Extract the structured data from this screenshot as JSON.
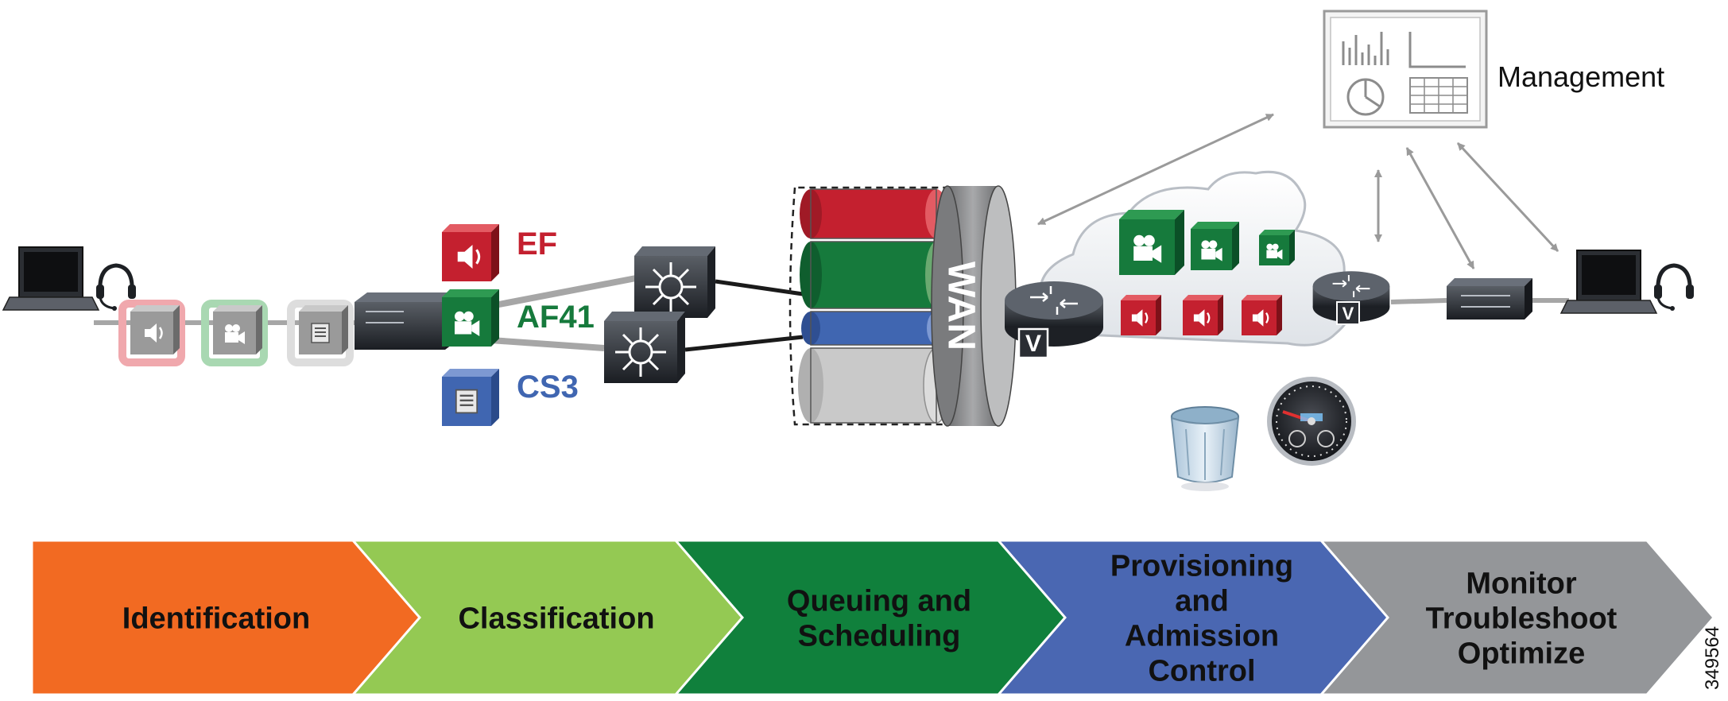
{
  "management_label": "Management",
  "wan_label": "WAN",
  "classes": [
    {
      "label": "EF",
      "color": "#c4202f",
      "icon": "speaker-icon"
    },
    {
      "label": "AF41",
      "color": "#167a3c",
      "icon": "camera-icon"
    },
    {
      "label": "CS3",
      "color": "#4066b1",
      "icon": "document-icon"
    }
  ],
  "router_symbol": "V",
  "stages": [
    {
      "lines": [
        "Identification"
      ],
      "color": "#f26a22"
    },
    {
      "lines": [
        "Classification"
      ],
      "color": "#94c953"
    },
    {
      "lines": [
        "Queuing and",
        "Scheduling"
      ],
      "color": "#10803c"
    },
    {
      "lines": [
        "Provisioning",
        "and",
        "Admission",
        "Control"
      ],
      "color": "#4a67b2"
    },
    {
      "lines": [
        "Monitor",
        "Troubleshoot",
        "Optimize"
      ],
      "color": "#949699"
    }
  ],
  "figure_id": "349564",
  "colors": {
    "ef_red": "#c4202f",
    "af41_green": "#167a3c",
    "cs3_blue": "#4066b1",
    "queue_gray": "#c9c9c9",
    "link_gray": "#a6a6a6"
  }
}
